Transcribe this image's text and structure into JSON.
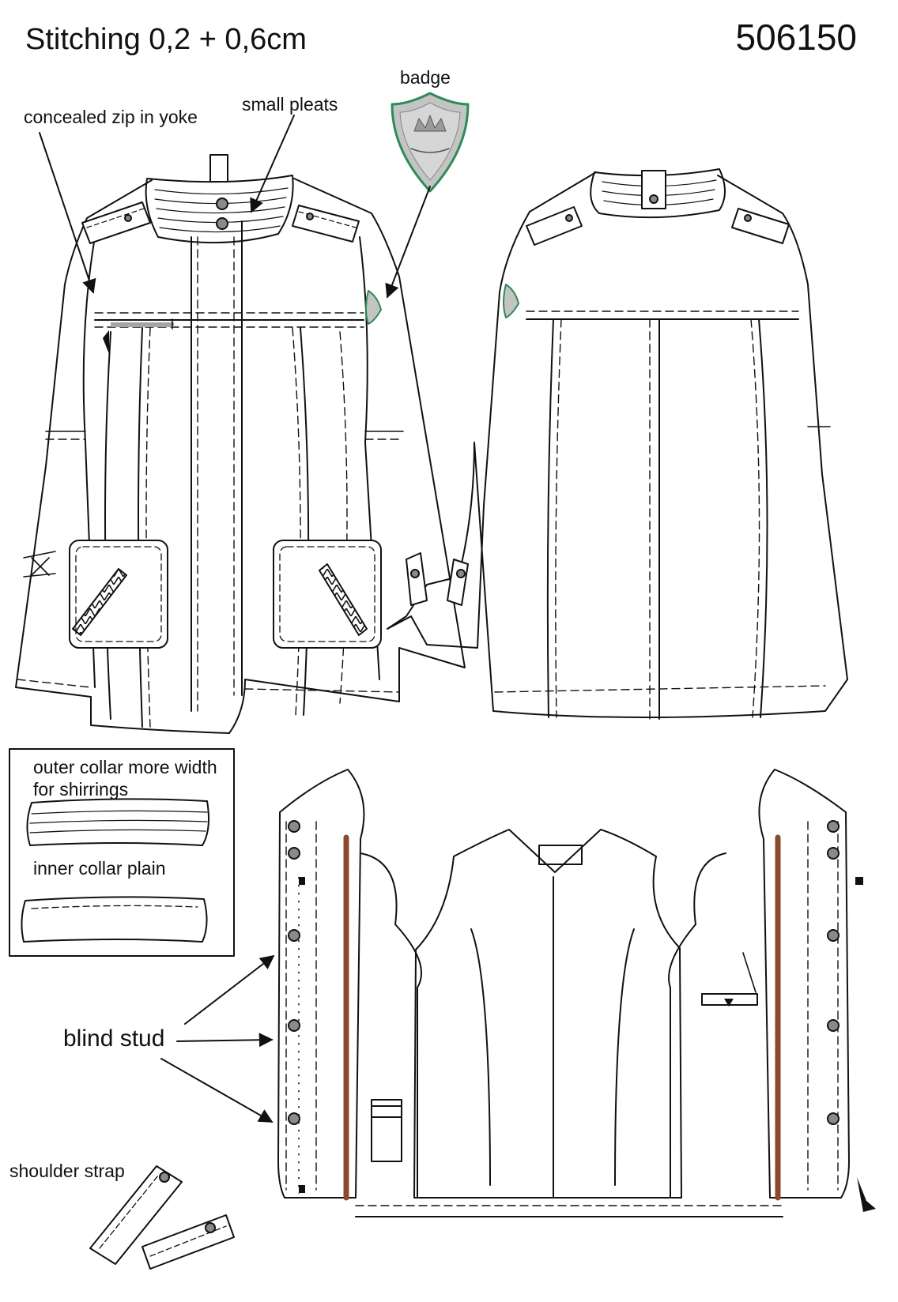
{
  "header": {
    "title": "Stitching  0,2 + 0,6cm",
    "style_number": "506150"
  },
  "callouts": {
    "concealed_zip": "concealed zip in yoke",
    "small_pleats": "small pleats",
    "badge": "badge",
    "blind_stud": "blind stud",
    "shoulder_strap": "shoulder strap"
  },
  "collar_box": {
    "outer_line1": "outer collar more width",
    "outer_line2": "for shirrings",
    "inner": "inner collar plain"
  },
  "colors": {
    "line": "#111111",
    "badge_fill": "#c4c4c4",
    "badge_border": "#2e8b57",
    "stud_fill": "#8a8a8a",
    "facing_brown": "#8b4a2b",
    "zip_bar": "#a5a5a5"
  },
  "icons": [
    "badge-crest-icon",
    "stud-icon",
    "zip-slider-icon",
    "arrow-icon"
  ]
}
